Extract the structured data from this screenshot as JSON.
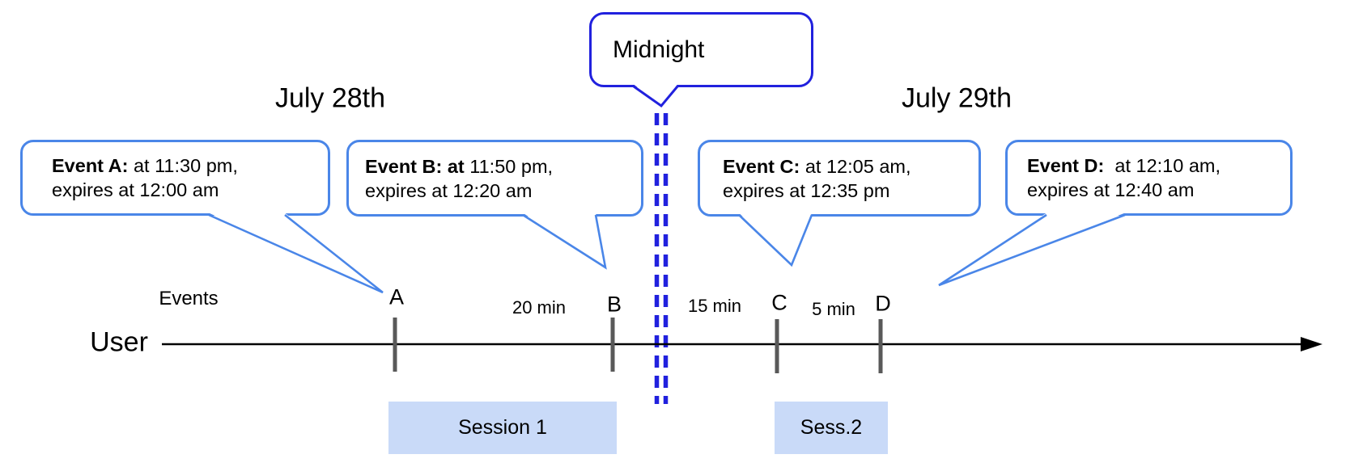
{
  "dates": {
    "left": "July 28th",
    "right": "July 29th"
  },
  "midnight": {
    "label": "Midnight"
  },
  "events": [
    {
      "id": "A",
      "bold": "Event A:",
      "line1_rest": " at 11:30 pm,",
      "line2": "expires at 12:00 am"
    },
    {
      "id": "B",
      "bold": "Event B: at",
      "line1_rest": " 11:50 pm,",
      "line2": "expires at 12:20 am"
    },
    {
      "id": "C",
      "bold": "Event C:",
      "line1_rest": " at 12:05 am,",
      "line2": "expires at 12:35 pm"
    },
    {
      "id": "D",
      "bold": "Event D:",
      "line1_rest": "  at 12:10 am,",
      "line2": "expires at 12:40 am"
    }
  ],
  "timeline": {
    "axis_label": "User",
    "events_label": "Events",
    "ticks": [
      "A",
      "B",
      "C",
      "D"
    ],
    "intervals": [
      {
        "label": "20 min"
      },
      {
        "label": "15 min"
      },
      {
        "label": "5 min"
      }
    ]
  },
  "sessions": [
    {
      "label": "Session 1"
    },
    {
      "label": "Sess.2"
    }
  ],
  "colors": {
    "event_bubble_border": "#4a86e8",
    "midnight_blue": "#2121de",
    "session_fill": "#c9daf8",
    "tick_gray": "#595959",
    "axis_black": "#000000"
  }
}
